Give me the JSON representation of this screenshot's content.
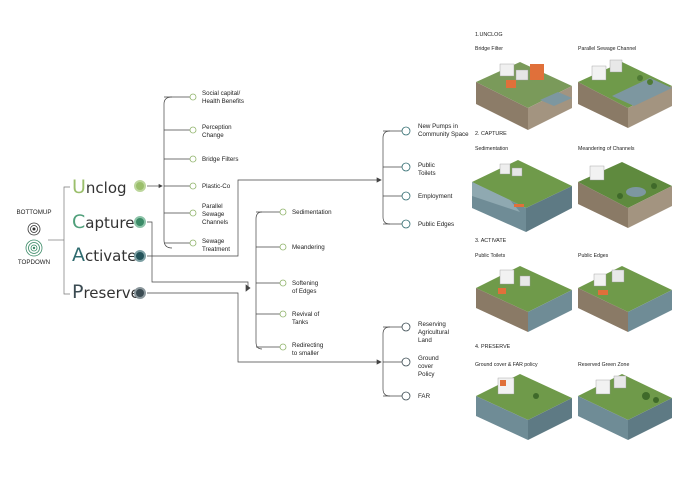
{
  "mode_labels": {
    "bottomup": "BOTTOMUP",
    "topdown": "TOPDOWN"
  },
  "stages": [
    {
      "initial": "U",
      "rest": "nclog",
      "initial_color": "#9bbf6c",
      "node_color": "#7fa95a"
    },
    {
      "initial": "C",
      "rest": "apture",
      "initial_color": "#4f9f7a",
      "node_color": "#3a8a66"
    },
    {
      "initial": "A",
      "rest": "ctivate",
      "initial_color": "#2f6b6f",
      "node_color": "#24535a"
    },
    {
      "initial": "P",
      "rest": "reserve",
      "initial_color": "#3b4b52",
      "node_color": "#3b4b52"
    }
  ],
  "unclog_items": [
    [
      "Social capital/",
      "Health Benefits"
    ],
    [
      "Perception",
      "Change"
    ],
    [
      "Bridge Filters"
    ],
    [
      "Plastic-Co"
    ],
    [
      "Parallel",
      "Sewage",
      "Channels"
    ],
    [
      "Sewage",
      "Treatment"
    ]
  ],
  "capture_items": [
    [
      "Sedimentation"
    ],
    [
      "Meandering"
    ],
    [
      "Softening",
      "of Edges"
    ],
    [
      "Revival of",
      "Tanks"
    ],
    [
      "Redirecting",
      "to smaller"
    ]
  ],
  "activate_items": [
    [
      "New Pumps in",
      "Community Space"
    ],
    [
      "Public",
      "Toilets"
    ],
    [
      "Employment"
    ],
    [
      "Public Edges"
    ]
  ],
  "preserve_items": [
    [
      "Reserving",
      "Agricultural",
      "Land"
    ],
    [
      "Ground",
      "cover",
      "Policy"
    ],
    [
      "FAR"
    ]
  ],
  "panels": [
    {
      "section": "1.UNCLOG",
      "left": "Bridge Filter",
      "right": "Parallel Sewage Channel"
    },
    {
      "section": "2. CAPTURE",
      "left": "Sedimentation",
      "right": "Meandering of Channels"
    },
    {
      "section": "3. ACTIVATE",
      "left": "Public Toilets",
      "right": "Public Edges"
    },
    {
      "section": "4. PRESERVE",
      "left": "Ground cover & FAR policy",
      "right": "Reserved Green Zone"
    }
  ],
  "colors": {
    "water": "#6f8c96",
    "grass": "#6f9a4a",
    "soil": "#8a7a66",
    "accent_orange": "#e0703a",
    "line": "#333333",
    "small_circle": "#8fb36a"
  }
}
